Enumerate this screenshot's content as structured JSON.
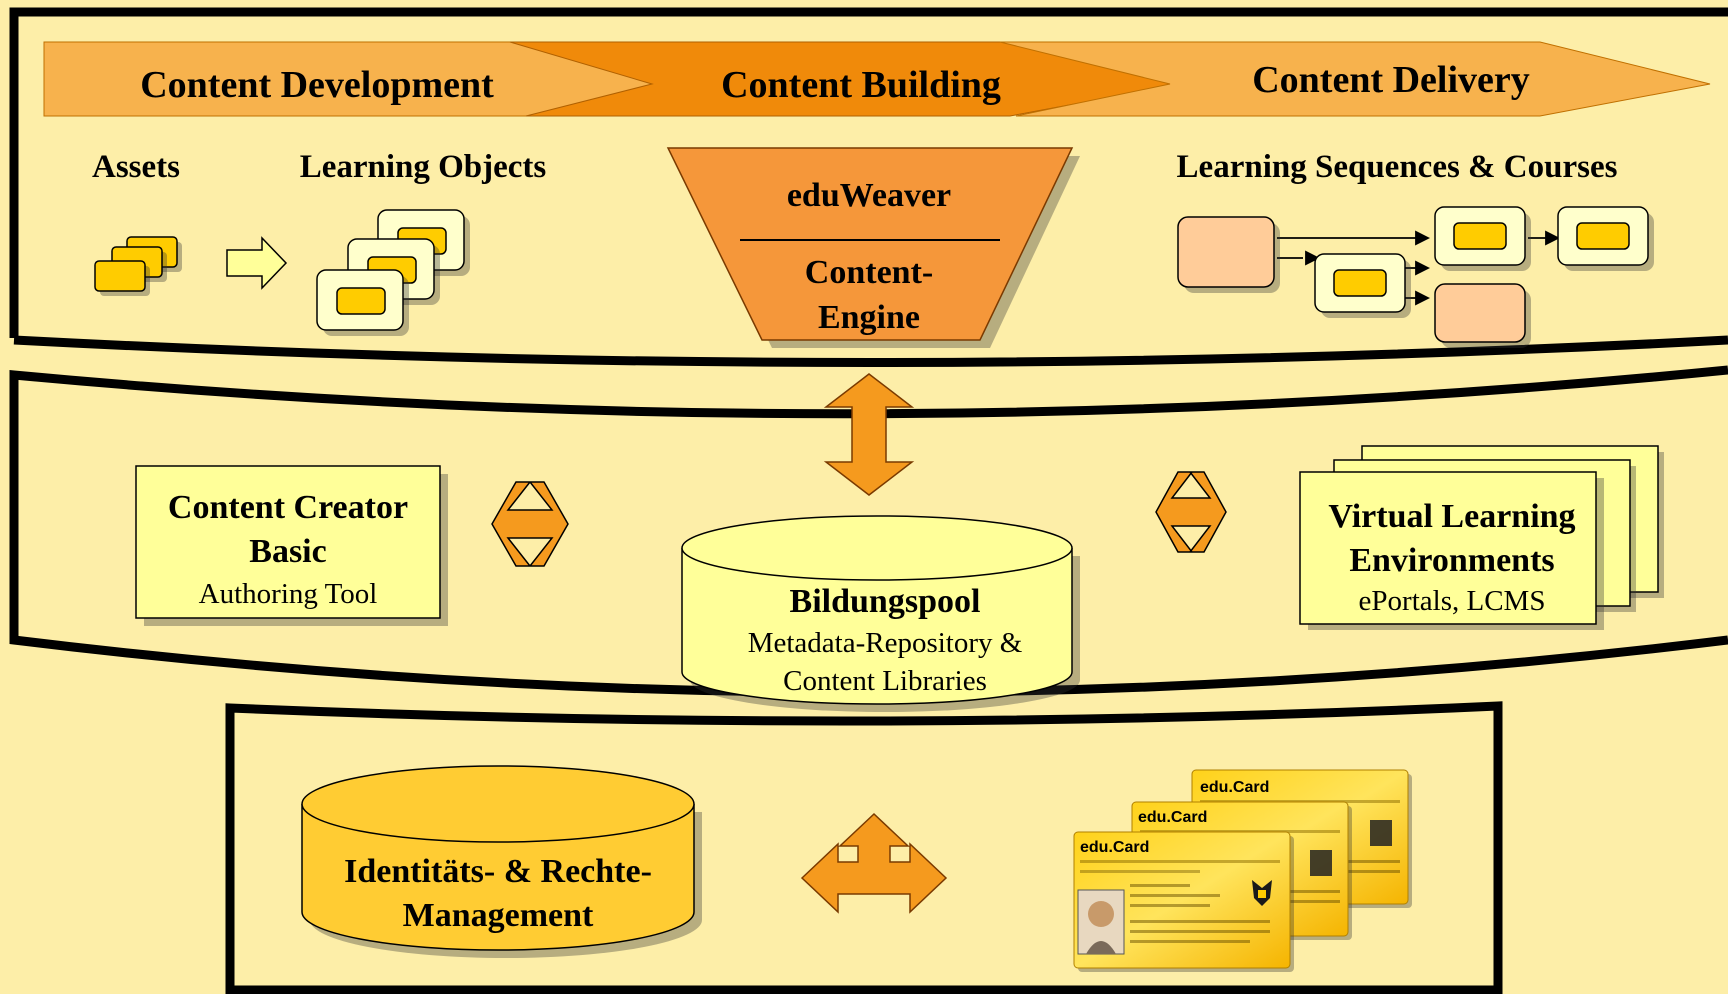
{
  "colors": {
    "background": "#FDEEA8",
    "phase_light": "#F7B24D",
    "phase_dark": "#F08A0A",
    "funnel": "#F5973A",
    "orange_arrow": "#F59A1E",
    "box_yellow": "#FFFF99",
    "box_pale": "#FFFFCC",
    "object_fill": "#FFCC00",
    "start_box": "#FFCC99",
    "cylinder_gold": "#FFCC33"
  },
  "phases": {
    "development": "Content Development",
    "building": "Content Building",
    "delivery": "Content Delivery"
  },
  "top": {
    "assets_label": "Assets",
    "learning_objects_label": "Learning Objects",
    "sequences_label": "Learning Sequences & Courses"
  },
  "engine": {
    "title": "eduWeaver",
    "line1": "Content-",
    "line2": "Engine"
  },
  "middle": {
    "creator_title1": "Content Creator",
    "creator_title2": "Basic",
    "creator_sub": "Authoring Tool",
    "pool_title": "Bildungspool",
    "pool_line1": "Metadata-Repository &",
    "pool_line2": "Content Libraries",
    "vle_title1": "Virtual Learning",
    "vle_title2": "Environments",
    "vle_sub": "ePortals, LCMS"
  },
  "bottom": {
    "idm_line1": "Identitäts- & Rechte-",
    "idm_line2": "Management",
    "cards": [
      {
        "brand": "edu.Card"
      },
      {
        "brand": "edu.Card"
      },
      {
        "brand": "edu.Card"
      }
    ]
  },
  "icons": {
    "double_arrow": "double-arrow-icon",
    "three_way_arrow": "three-way-arrow-icon",
    "emblem": "eagle-emblem-icon",
    "photo": "portrait-photo-icon"
  }
}
